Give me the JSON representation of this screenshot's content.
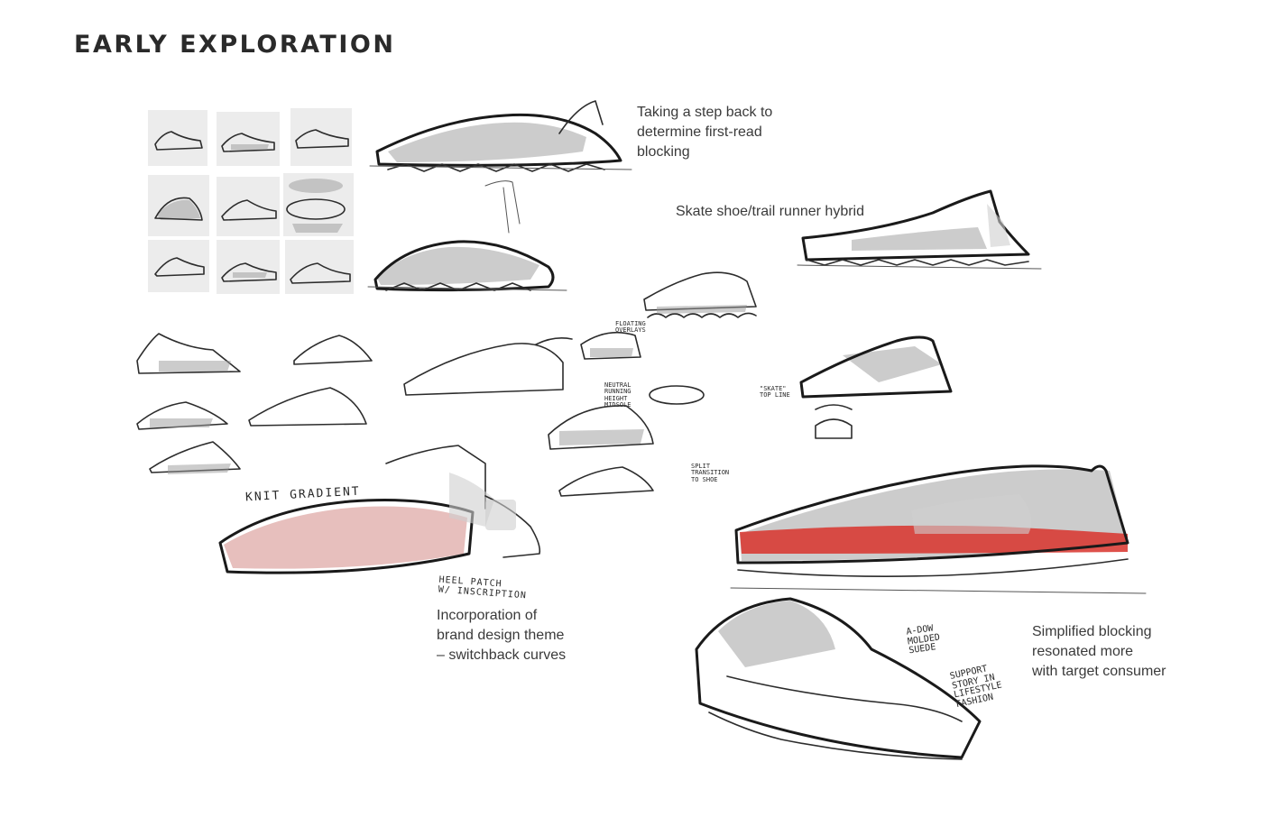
{
  "page": {
    "title": "EARLY EXPLORATION"
  },
  "notes": {
    "first_read": "Taking a step back to\ndetermine first-read\nblocking",
    "hybrid": "Skate shoe/trail runner hybrid",
    "brand_theme": "Incorporation of\nbrand design theme\n– switchback curves",
    "simplified": "Simplified blocking\nresonated more\nwith target consumer"
  },
  "annotations": {
    "knit_gradient": "KNIT GRADIENT",
    "heel_patch": "HEEL PATCH\nW/ INSCRIPTION",
    "floating_overlays": "FLOATING\nOVERLAYS",
    "neutral_running": "NEUTRAL\nRUNNING\nHEIGHT\nMIDSOLE",
    "split_transition": "SPLIT\nTRANSITION\nTO SHOE",
    "skate_top_line": "\"SKATE\"\nTOP LINE",
    "molded_suede": "A-DOW\nMOLDED\nSUEDE",
    "support_story": "SUPPORT\nSTORY IN\nLIFESTYLE\nFASHION"
  },
  "colors": {
    "accent_red": "#d8322c",
    "ink": "#2c2c2c",
    "marker_gray": "#9a9a9a"
  }
}
